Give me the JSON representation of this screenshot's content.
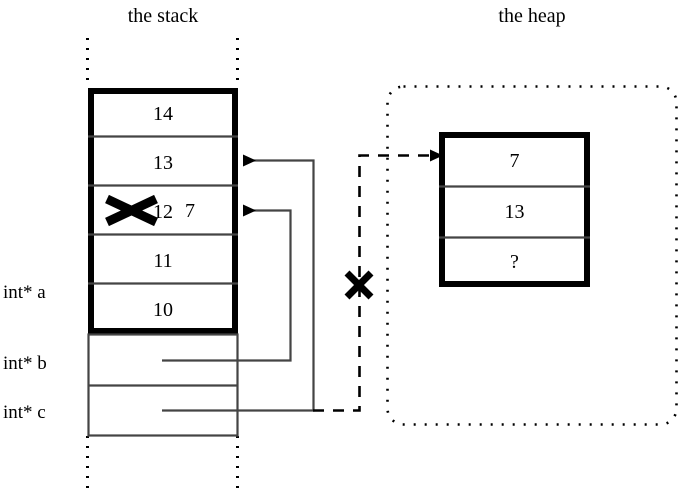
{
  "titles": {
    "stack": "the stack",
    "heap": "the heap"
  },
  "stack": {
    "cells": [
      {
        "value": "14"
      },
      {
        "value": "13"
      },
      {
        "value": "12",
        "struck": true,
        "new_value": "7"
      },
      {
        "value": "11"
      },
      {
        "value": "10"
      }
    ],
    "variables": [
      {
        "label": "int* a"
      },
      {
        "label": "int* b"
      },
      {
        "label": "int* c"
      }
    ]
  },
  "heap": {
    "cells": [
      {
        "value": "7"
      },
      {
        "value": "13"
      },
      {
        "value": "?"
      }
    ]
  },
  "marks": {
    "broken_pointer": "x-cross-mark",
    "struck_value": "x-cross-mark"
  },
  "colors": {
    "ink": "#000000",
    "paper": "#ffffff",
    "thin_rule": "#444444"
  }
}
